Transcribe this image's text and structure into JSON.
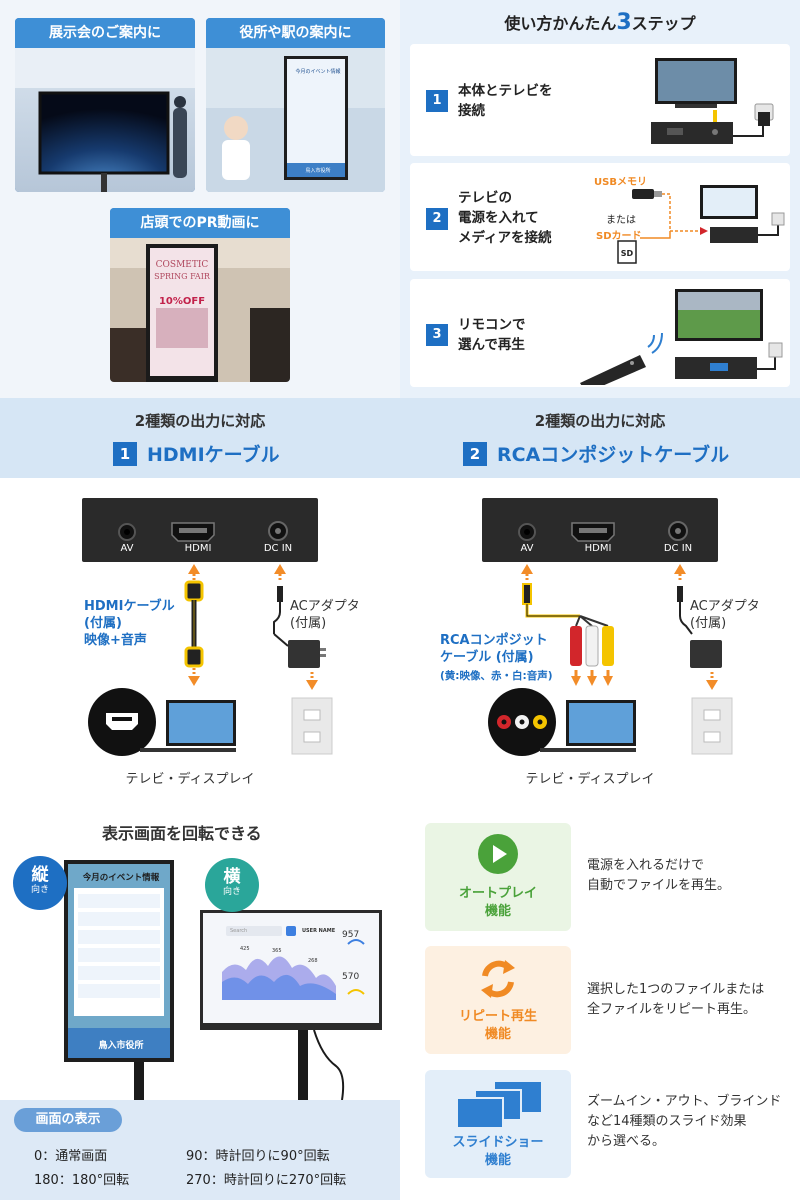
{
  "use_cases": {
    "exhibition": "展示会のご案内に",
    "station": "役所や駅の案内に",
    "store": "店頭でのPR動画に",
    "poster_title": "今月のイベント情報",
    "poster_footer": "鳥入市役所",
    "cosmetic_line1": "COSMETIC",
    "cosmetic_line2": "SPRING FAIR",
    "cosmetic_off": "10%OFF"
  },
  "steps": {
    "title_prefix": "使い方かんたん",
    "title_number": "3",
    "title_suffix": "ステップ",
    "items": [
      {
        "number": "1",
        "text": "本体とテレビを\n接続"
      },
      {
        "number": "2",
        "text": "テレビの\n電源を入れて\nメディアを接続"
      },
      {
        "number": "3",
        "text": "リモコンで\n選んで再生"
      }
    ],
    "usb_label": "USBメモリ",
    "or_label": "または",
    "sd_label": "SDカード",
    "sd_chip": "SD"
  },
  "outputs": {
    "subtitle": "2種類の出力に対応",
    "hdmi": {
      "number": "1",
      "title": "HDMIケーブル"
    },
    "rca": {
      "number": "2",
      "title": "RCAコンポジットケーブル"
    }
  },
  "diagram": {
    "ports": [
      "AV",
      "HDMI",
      "DC IN"
    ],
    "hdmi_cable": "HDMIケーブル\n(付属)\n映像+音声",
    "ac_adapter": "ACアダプタ\n(付属)",
    "rca_cable": "RCAコンポジット\nケーブル (付属)",
    "rca_note": "(黄:映像、赤・白:音声)",
    "tv_label": "テレビ・ディスプレイ",
    "colors": {
      "yellow": "#f4c400",
      "red": "#d2262b",
      "white": "#f2f2f2",
      "orange": "#f28c28"
    }
  },
  "rotation": {
    "title": "表示画面を回転できる",
    "vertical_big": "縦",
    "vertical_small": "向き",
    "horizontal_big": "横",
    "horizontal_small": "向き",
    "signage_title": "今月のイベント情報",
    "signage_footer": "鳥入市役所",
    "dash_user": "USER NAME",
    "dash_search": "Search",
    "dash_numbers": [
      "957",
      "570",
      "425",
      "365",
      "268"
    ],
    "display_label": "画面の表示",
    "display_items": [
      "0：通常画面",
      "90：時計回りに90°回転",
      "180：180°回転",
      "270：時計回りに270°回転"
    ]
  },
  "features": [
    {
      "label": "オートプレイ\n機能",
      "desc": "電源を入れるだけで\n自動でファイルを再生。",
      "icon": "play-icon",
      "color": "#4aa23a"
    },
    {
      "label": "リピート再生\n機能",
      "desc": "選択した1つのファイルまたは\n全ファイルをリピート再生。",
      "icon": "repeat-icon",
      "color": "#f08a24"
    },
    {
      "label": "スライドショー\n機能",
      "desc": "ズームイン・アウト、ブラインド\nなど14種類のスライド効果\nから選べる。",
      "icon": "slides-icon",
      "color": "#2f7fd0"
    }
  ]
}
